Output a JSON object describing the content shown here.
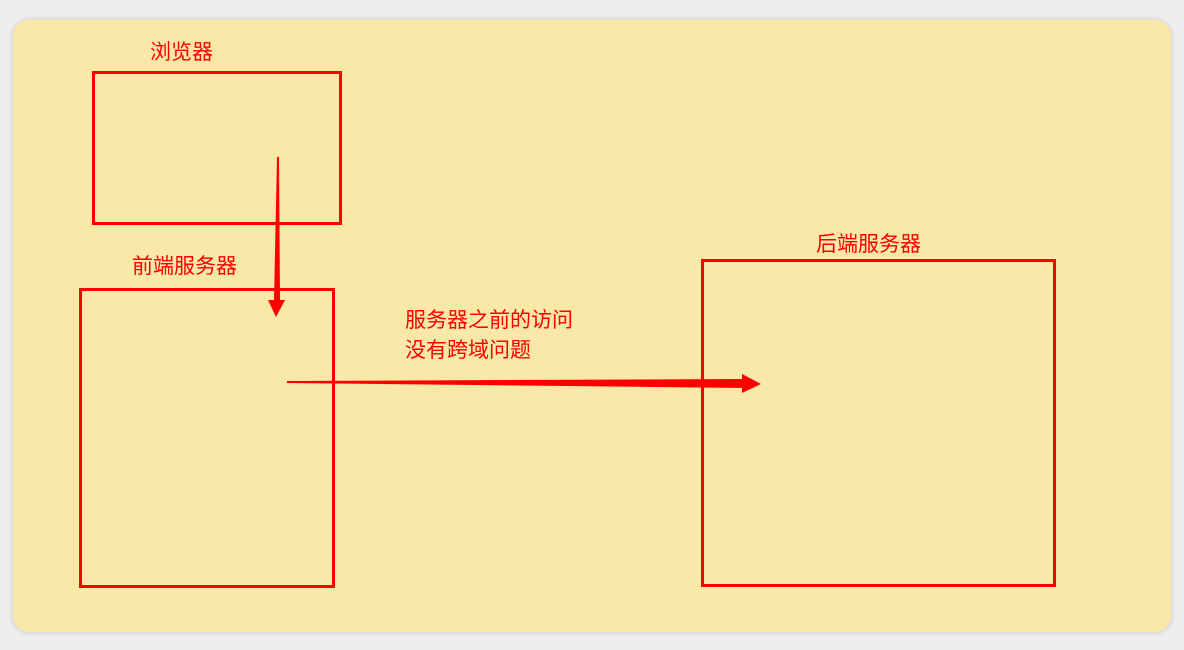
{
  "diagram": {
    "nodes": {
      "browser": {
        "label": "浏览器"
      },
      "frontend_server": {
        "label": "前端服务器"
      },
      "backend_server": {
        "label": "后端服务器"
      }
    },
    "note": {
      "line1": "服务器之前的访问",
      "line2": "没有跨域问题"
    },
    "colors": {
      "background": "#fae8a8",
      "stroke": "#ff0000"
    }
  }
}
